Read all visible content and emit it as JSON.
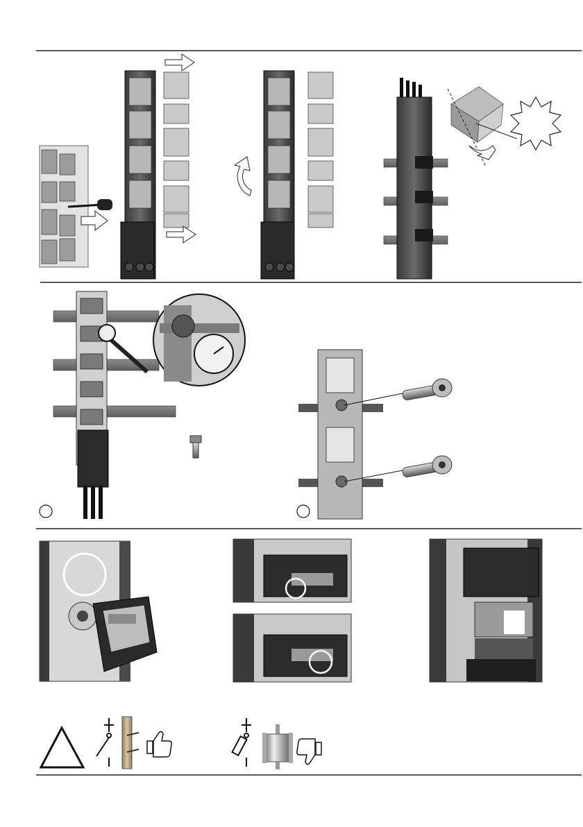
{
  "page": {
    "number": ""
  },
  "colors": {
    "line": "#222222",
    "bar": "#7b7b7b",
    "metal": "#9a9a9a",
    "dark": "#2b2b2b",
    "light": "#d6d6d6",
    "tan": "#b9a77c"
  },
  "rows": [
    {
      "id": "row-1",
      "steps": [
        "remove-covers",
        "mount-on-busbar",
        "rotate",
        "fit-contact-guard"
      ]
    },
    {
      "id": "row-2",
      "steps": [
        "check-torque",
        "fix-screws"
      ],
      "markers": [
        "",
        ""
      ]
    },
    {
      "id": "row-3",
      "steps": [
        "open-handle",
        "insert-fuse-top",
        "insert-fuse-bottom",
        "closed-state"
      ]
    },
    {
      "id": "row-4",
      "warning_icon": "warning-triangle-icon",
      "ok_symbol": "thumbs-up-icon",
      "not_ok_symbol": "thumbs-down-icon"
    }
  ]
}
